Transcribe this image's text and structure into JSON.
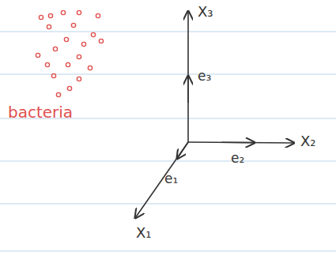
{
  "diagram": {
    "labels": [
      "bacteria",
      "X₃",
      "e₃",
      "X₂",
      "e₂",
      "X₁",
      "e₁"
    ]
  }
}
